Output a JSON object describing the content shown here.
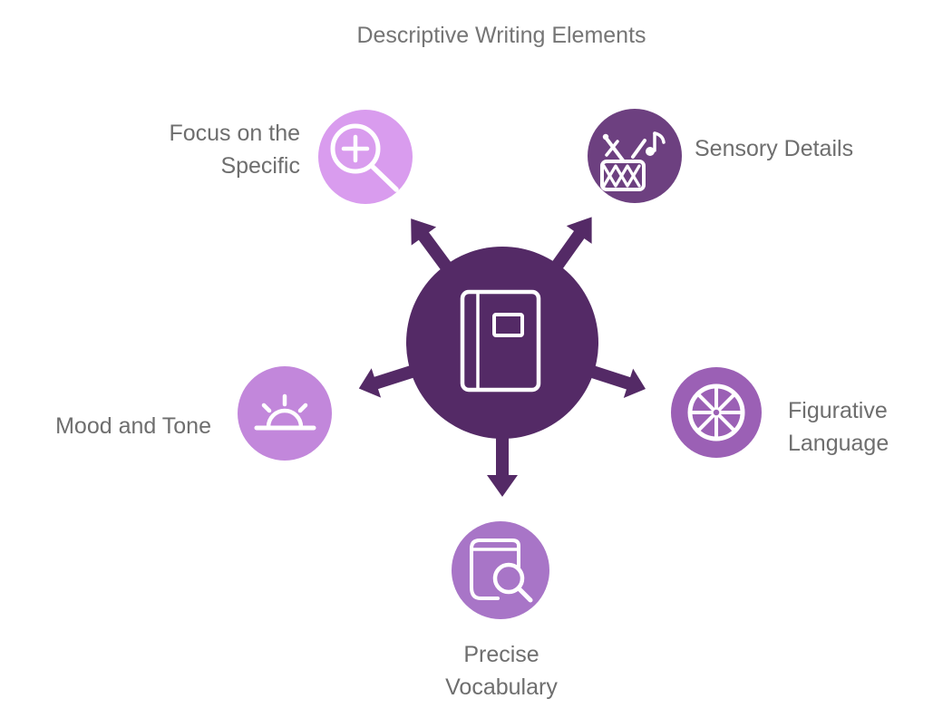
{
  "title": "Descriptive Writing Elements",
  "colors": {
    "background": "#ffffff",
    "title_text": "#757575",
    "label_text": "#6e6e6e",
    "hub": "#542a66",
    "icon_stroke": "#ffffff"
  },
  "hub": {
    "icon": "notebook-icon"
  },
  "nodes": [
    {
      "id": "focus-on-the-specific",
      "label": "Focus on the Specific",
      "label_lines": [
        "Focus on the",
        "Specific"
      ],
      "icon": "magnifier-zoom-in-icon",
      "color": "#d99cee",
      "position": "top-left"
    },
    {
      "id": "sensory-details",
      "label": "Sensory Details",
      "label_lines": [
        "Sensory Details"
      ],
      "icon": "drum-and-music-note-icon",
      "color": "#6d4080",
      "position": "top-right"
    },
    {
      "id": "figurative-language",
      "label": "Figurative Language",
      "label_lines": [
        "Figurative",
        "Language"
      ],
      "icon": "spoked-wheel-icon",
      "color": "#9b60b5",
      "position": "right"
    },
    {
      "id": "mood-and-tone",
      "label": "Mood and Tone",
      "label_lines": [
        "Mood and Tone"
      ],
      "icon": "sunrise-icon",
      "color": "#c287db",
      "position": "left"
    },
    {
      "id": "precise-vocabulary",
      "label": "Precise Vocabulary",
      "label_lines": [
        "Precise",
        "Vocabulary"
      ],
      "icon": "book-with-magnifier-icon",
      "color": "#a875c7",
      "position": "bottom"
    }
  ]
}
